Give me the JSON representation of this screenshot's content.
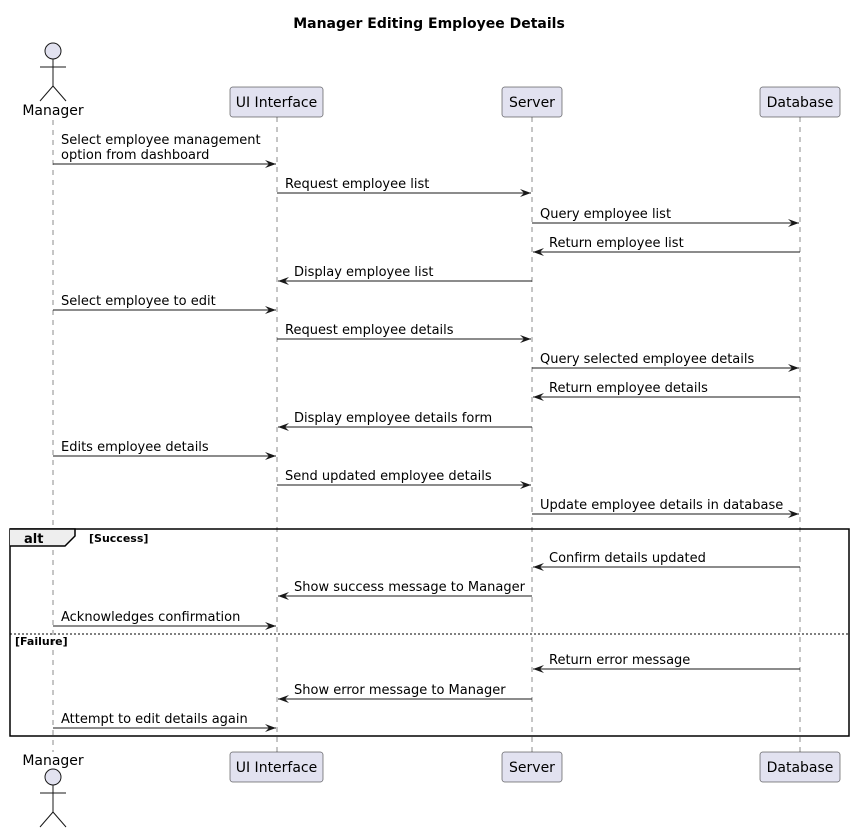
{
  "title": "Manager Editing Employee Details",
  "participants": [
    {
      "id": "manager",
      "label": "Manager",
      "kind": "actor"
    },
    {
      "id": "ui",
      "label": "UI Interface",
      "kind": "participant"
    },
    {
      "id": "server",
      "label": "Server",
      "kind": "participant"
    },
    {
      "id": "db",
      "label": "Database",
      "kind": "participant"
    }
  ],
  "messages": [
    {
      "from": "manager",
      "to": "ui",
      "lines": [
        "Select employee management",
        "option from dashboard"
      ]
    },
    {
      "from": "ui",
      "to": "server",
      "lines": [
        "Request employee list"
      ]
    },
    {
      "from": "server",
      "to": "db",
      "lines": [
        "Query employee list"
      ]
    },
    {
      "from": "db",
      "to": "server",
      "lines": [
        "Return employee list"
      ]
    },
    {
      "from": "server",
      "to": "ui",
      "lines": [
        "Display employee list"
      ]
    },
    {
      "from": "manager",
      "to": "ui",
      "lines": [
        "Select employee to edit"
      ]
    },
    {
      "from": "ui",
      "to": "server",
      "lines": [
        "Request employee details"
      ]
    },
    {
      "from": "server",
      "to": "db",
      "lines": [
        "Query selected employee details"
      ]
    },
    {
      "from": "db",
      "to": "server",
      "lines": [
        "Return employee details"
      ]
    },
    {
      "from": "server",
      "to": "ui",
      "lines": [
        "Display employee details form"
      ]
    },
    {
      "from": "manager",
      "to": "ui",
      "lines": [
        "Edits employee details"
      ]
    },
    {
      "from": "ui",
      "to": "server",
      "lines": [
        "Send updated employee details"
      ]
    },
    {
      "from": "server",
      "to": "db",
      "lines": [
        "Update employee details in database"
      ]
    },
    {
      "from": "db",
      "to": "server",
      "lines": [
        "Confirm details updated"
      ],
      "group": "success"
    },
    {
      "from": "server",
      "to": "ui",
      "lines": [
        "Show success message to Manager"
      ],
      "group": "success"
    },
    {
      "from": "manager",
      "to": "ui",
      "lines": [
        "Acknowledges confirmation"
      ],
      "group": "success"
    },
    {
      "from": "db",
      "to": "server",
      "lines": [
        "Return error message"
      ],
      "group": "failure"
    },
    {
      "from": "server",
      "to": "ui",
      "lines": [
        "Show error message to Manager"
      ],
      "group": "failure"
    },
    {
      "from": "manager",
      "to": "ui",
      "lines": [
        "Attempt to edit details again"
      ],
      "group": "failure"
    }
  ],
  "alt": {
    "keyword": "alt",
    "success_guard": "[Success]",
    "failure_guard": "[Failure]"
  },
  "colors": {
    "participant_fill": "#E2E2F0",
    "line": "#181818",
    "frame": "#000000"
  }
}
